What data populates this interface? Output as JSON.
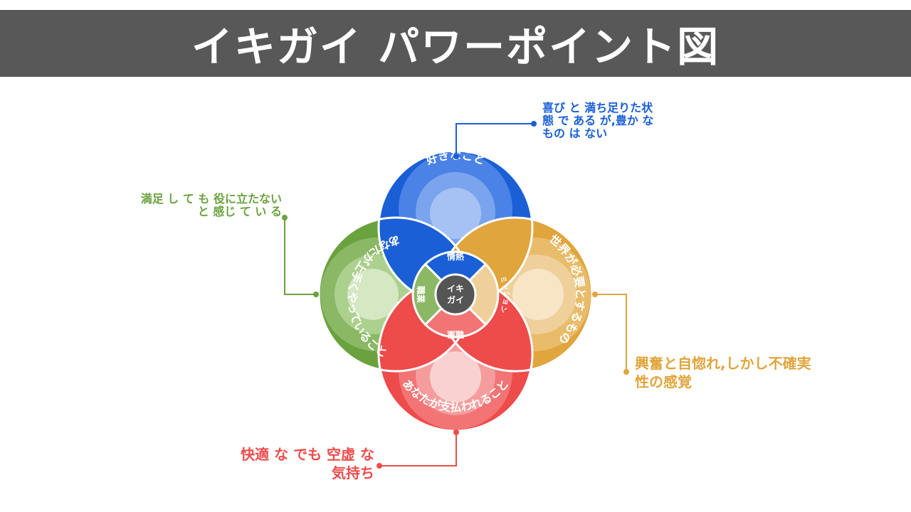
{
  "title": "イキガイ パワーポイント図",
  "colors": {
    "title_bar": "#585858",
    "blue": "#1a5fd6",
    "green": "#6aa23e",
    "yellow": "#e0a53c",
    "red": "#ee4b4b"
  },
  "circles": {
    "top": {
      "label": "好きなこと"
    },
    "left": {
      "label": "あなたが上手くやっていること"
    },
    "right": {
      "label": "世界が必要とするもの"
    },
    "bottom": {
      "label": "あなたが支払われること"
    }
  },
  "inner_segments": {
    "top": "情熱",
    "left": "職業",
    "right": "ミッション",
    "bottom": "職業"
  },
  "center": {
    "line1": "イキ",
    "line2": "ガイ"
  },
  "callouts": {
    "top": "喜び と 満ち足りた状態 で ある が,豊か な もの は ない",
    "left": "満足 し て も 役に立たない と 感じ て い る",
    "right": "興奮と自惚れ,しかし不確実性の感覚",
    "bottom": "快適 な でも 空虚 な 気持ち"
  }
}
